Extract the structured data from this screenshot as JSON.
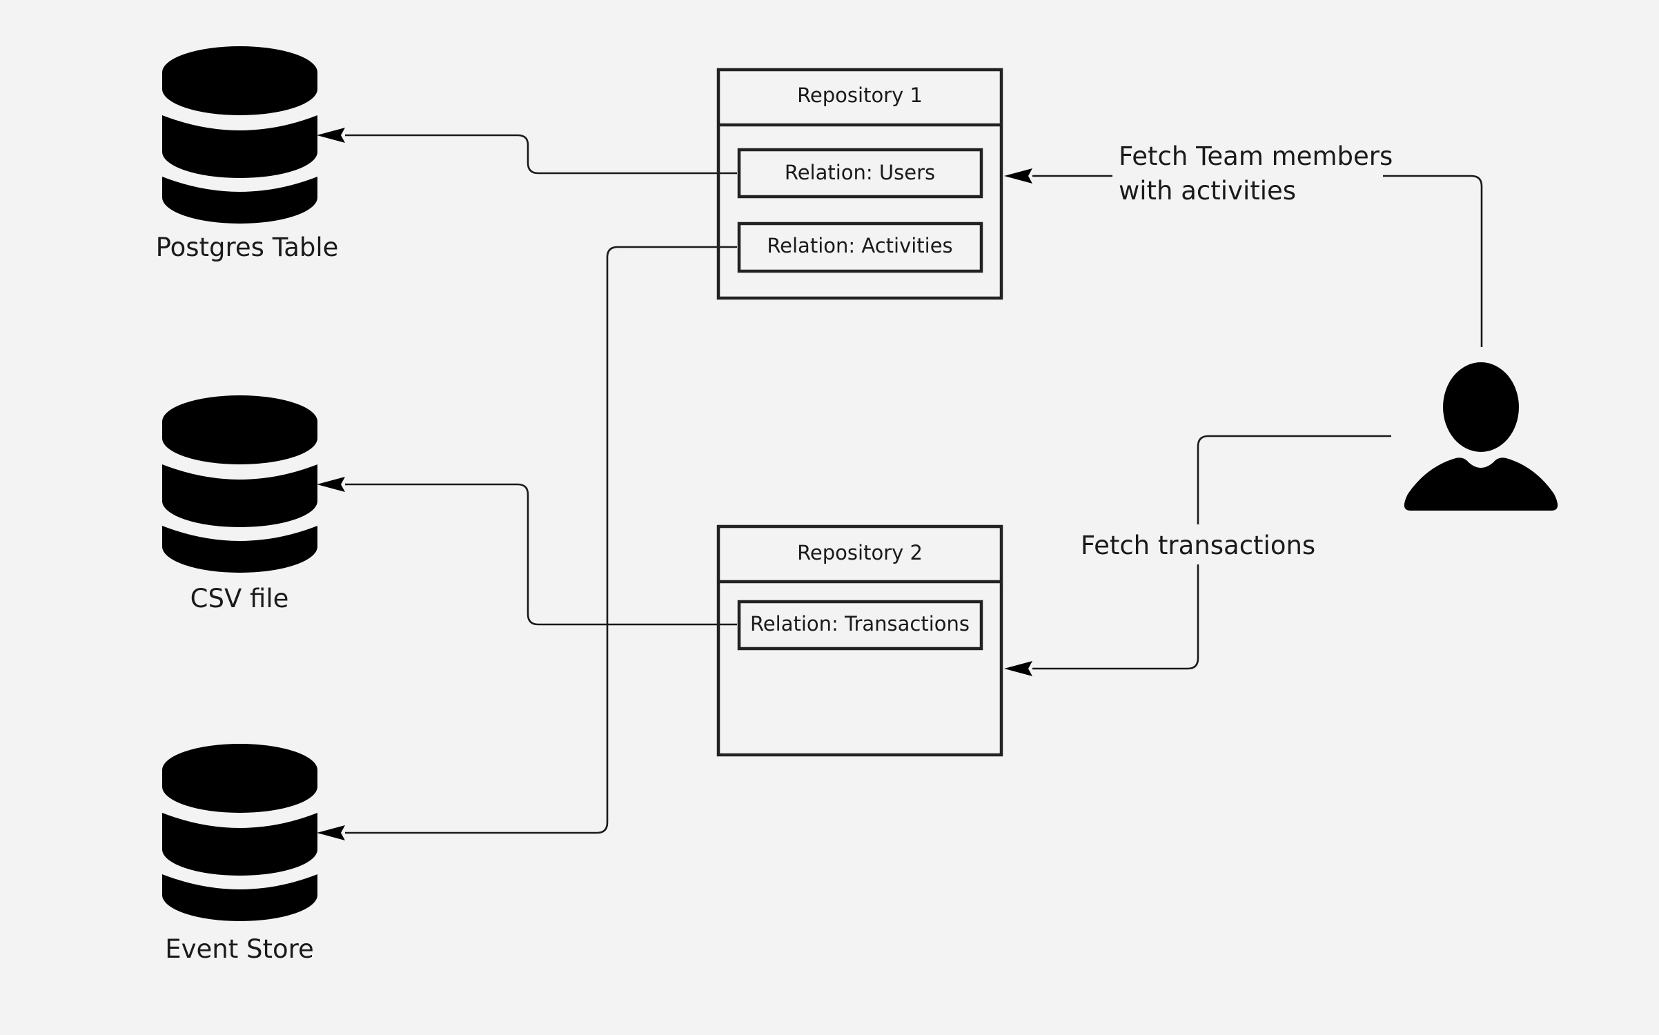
{
  "colors": {
    "background": "#f3f3f3",
    "shape_fill": "#000000",
    "stroke": "#222222",
    "text": "#1a1a1a"
  },
  "data_stores": [
    {
      "id": "postgres",
      "icon": "database-icon",
      "label": "Postgres Table"
    },
    {
      "id": "csv",
      "icon": "database-icon",
      "label": "CSV file"
    },
    {
      "id": "event-store",
      "icon": "database-icon",
      "label": "Event Store"
    }
  ],
  "repositories": [
    {
      "id": "repository-1",
      "title": "Repository 1",
      "relations": [
        "Relation: Users",
        "Relation: Activities"
      ]
    },
    {
      "id": "repository-2",
      "title": "Repository 2",
      "relations": [
        "Relation: Transactions"
      ]
    }
  ],
  "actor": {
    "icon": "user-icon"
  },
  "edges": {
    "fetch_team": {
      "line1": "Fetch Team members",
      "line2": "with activities"
    },
    "fetch_transactions": {
      "label": "Fetch transactions"
    }
  }
}
